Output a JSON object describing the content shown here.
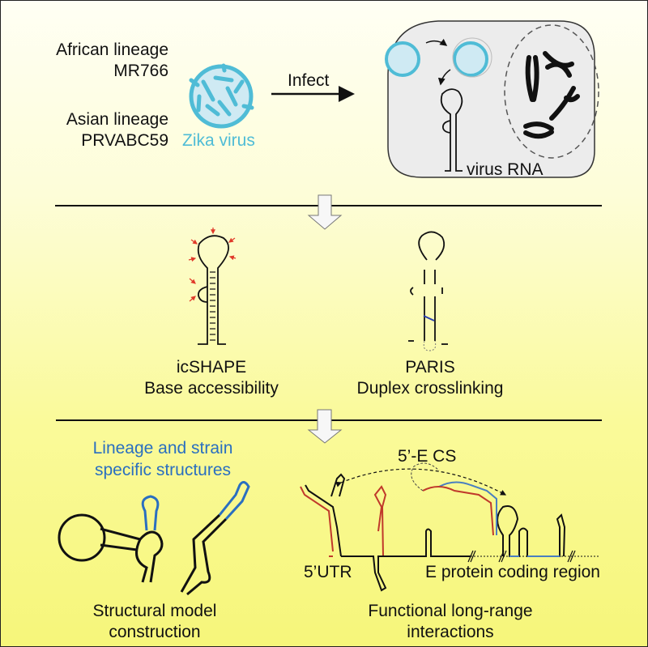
{
  "top": {
    "strains": [
      {
        "lineage": "African lineage",
        "strain": "MR766"
      },
      {
        "lineage": "Asian lineage",
        "strain": "PRVABC59"
      }
    ],
    "virus_label": "Zika virus",
    "infect_label": "Infect",
    "cell_rna_label": "virus RNA"
  },
  "methods": [
    {
      "name": "icSHAPE",
      "desc": "Base accessibility"
    },
    {
      "name": "PARIS",
      "desc": "Duplex crosslinking"
    }
  ],
  "results": {
    "highlight_label_line1": "Lineage and strain",
    "highlight_label_line2": "specific structures",
    "left_caption_line1": "Structural model",
    "left_caption_line2": "construction",
    "interaction_label": "5’-E CS",
    "utr_label": "5’UTR",
    "coding_label": "E protein coding region",
    "right_caption_line1": "Functional long-range",
    "right_caption_line2": "interactions"
  },
  "colors": {
    "virus": "#4fbcd6",
    "highlight_blue": "#2a6fc0",
    "strand_red": "#c0392b",
    "strand_blue": "#4a7fc0",
    "shape_arrow": "#e03a2a",
    "cell_fill": "#ececec"
  }
}
